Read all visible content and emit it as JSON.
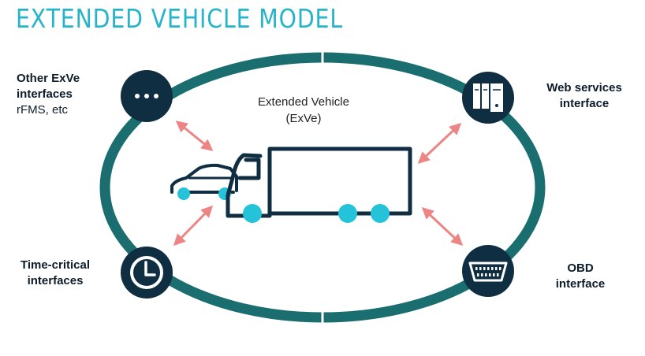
{
  "title": "EXTENDED VEHICLE MODEL",
  "center": {
    "line1": "Extended Vehicle",
    "line2": "(ExVe)"
  },
  "nodes": {
    "top_left": {
      "line1": "Other ExVe",
      "line2": "interfaces",
      "line3": "rFMS, etc",
      "icon": "more-dots-icon"
    },
    "top_right": {
      "line1": "Web services",
      "line2": "interface",
      "icon": "server-rack-icon"
    },
    "bottom_left": {
      "line1": "Time-critical",
      "line2": "interfaces",
      "icon": "clock-icon"
    },
    "bottom_right": {
      "line1": "OBD",
      "line2": "interface",
      "icon": "obd-connector-icon"
    }
  },
  "colors": {
    "title": "#25b4c8",
    "ring": "#1a6e70",
    "node": "#0f2e42",
    "vehicle": "#0f2e42",
    "wheel": "#25c3d9",
    "arrow": "#ee8585"
  }
}
